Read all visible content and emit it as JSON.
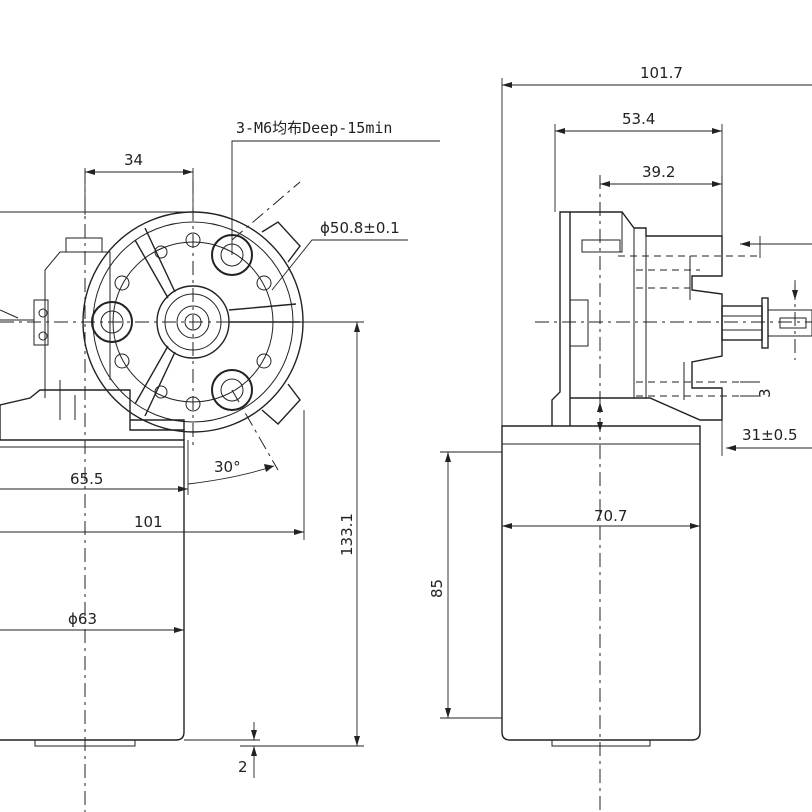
{
  "note": "3-M6均布Deep-15min",
  "dims": {
    "hole_dia": "ϕ50.8±0.1",
    "d34": "34",
    "angle": "30°",
    "d65_5": "65.5",
    "d101": "101",
    "d63": "ϕ63",
    "d133_1": "133.1",
    "d2": "2",
    "d101_7": "101.7",
    "d53_4": "53.4",
    "d39_2": "39.2",
    "d31": "31±0.5",
    "d3": "3",
    "d70_7": "70.7",
    "d85": "85"
  }
}
